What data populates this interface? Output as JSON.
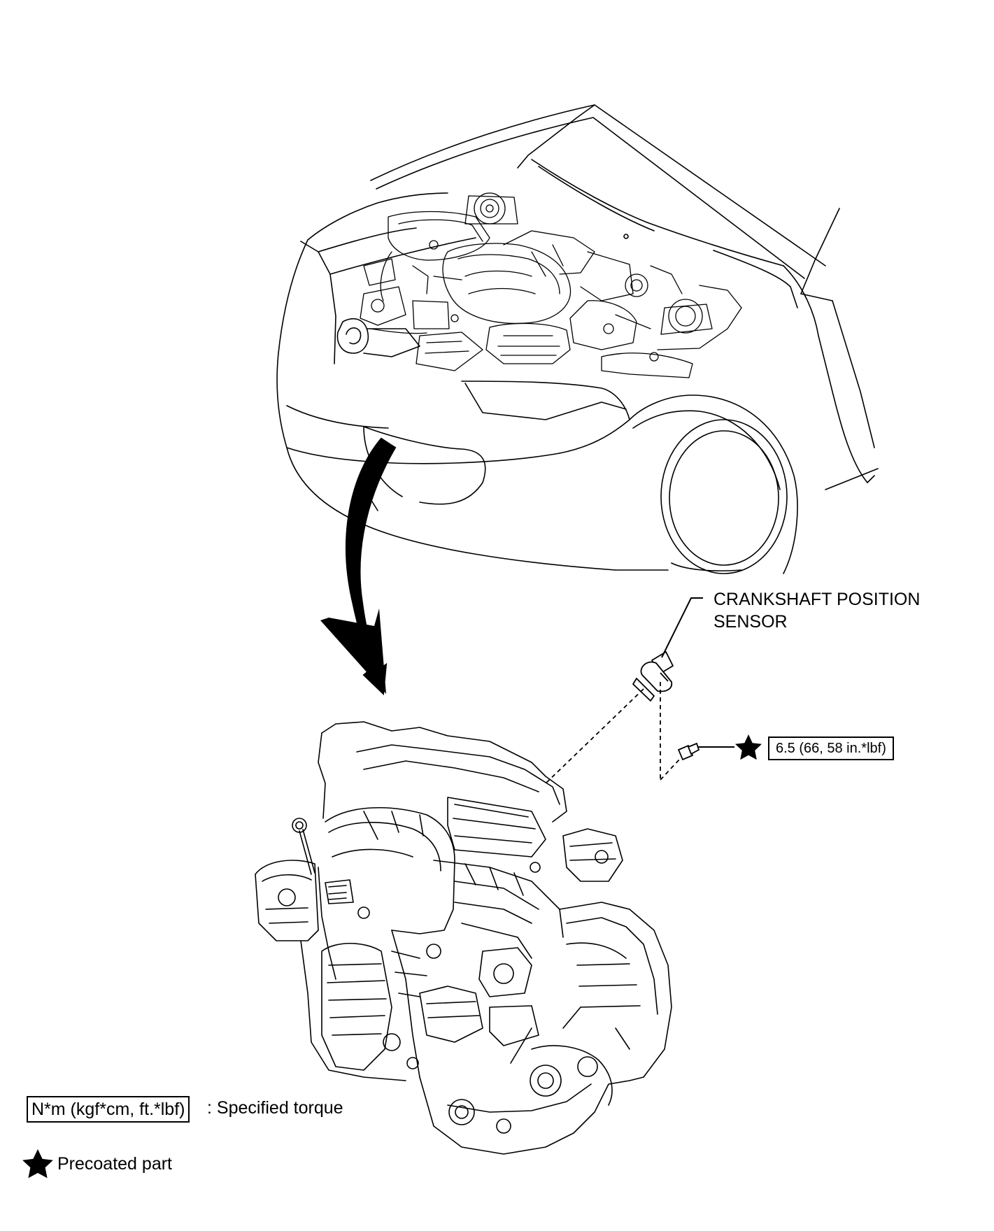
{
  "callouts": {
    "sensor_line1": "CRANKSHAFT POSITION",
    "sensor_line2": "SENSOR",
    "torque_value": "6.5 (66, 58 in.*lbf)"
  },
  "legend": {
    "torque_box_text": "N*m (kgf*cm, ft.*lbf)",
    "torque_desc": ": Specified torque",
    "precoat_desc": "Precoated part"
  },
  "icons": {
    "precoat": "star-icon"
  }
}
